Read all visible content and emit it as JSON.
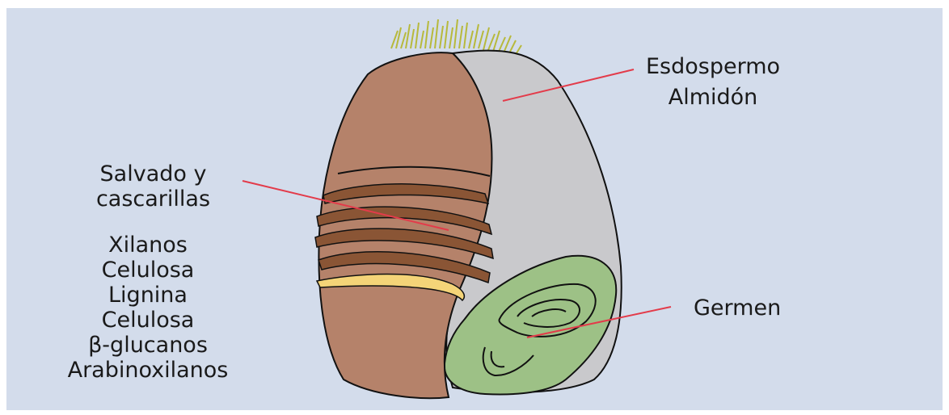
{
  "labels": {
    "endosperm": [
      "Esdospermo",
      "Almidón"
    ],
    "bran": [
      "Salvado y",
      "cascarillas"
    ],
    "components": [
      "Xilanos",
      "Celulosa",
      "Lignina",
      "Celulosa",
      "β-glucanos",
      "Arabinoxilanos"
    ],
    "germ": "Germen"
  },
  "colors": {
    "background": "#d3dceb",
    "bran_brown": "#b5826a",
    "bran_layers": "#8a5535",
    "endosperm_gray": "#c9c9cc",
    "germ_green": "#9dc186",
    "aleurone_yellow": "#f4d478",
    "hairs": "#b7b93c",
    "leader_lines": "#e33b4a"
  },
  "icons": [
    "wheat-kernel-cross-section"
  ]
}
